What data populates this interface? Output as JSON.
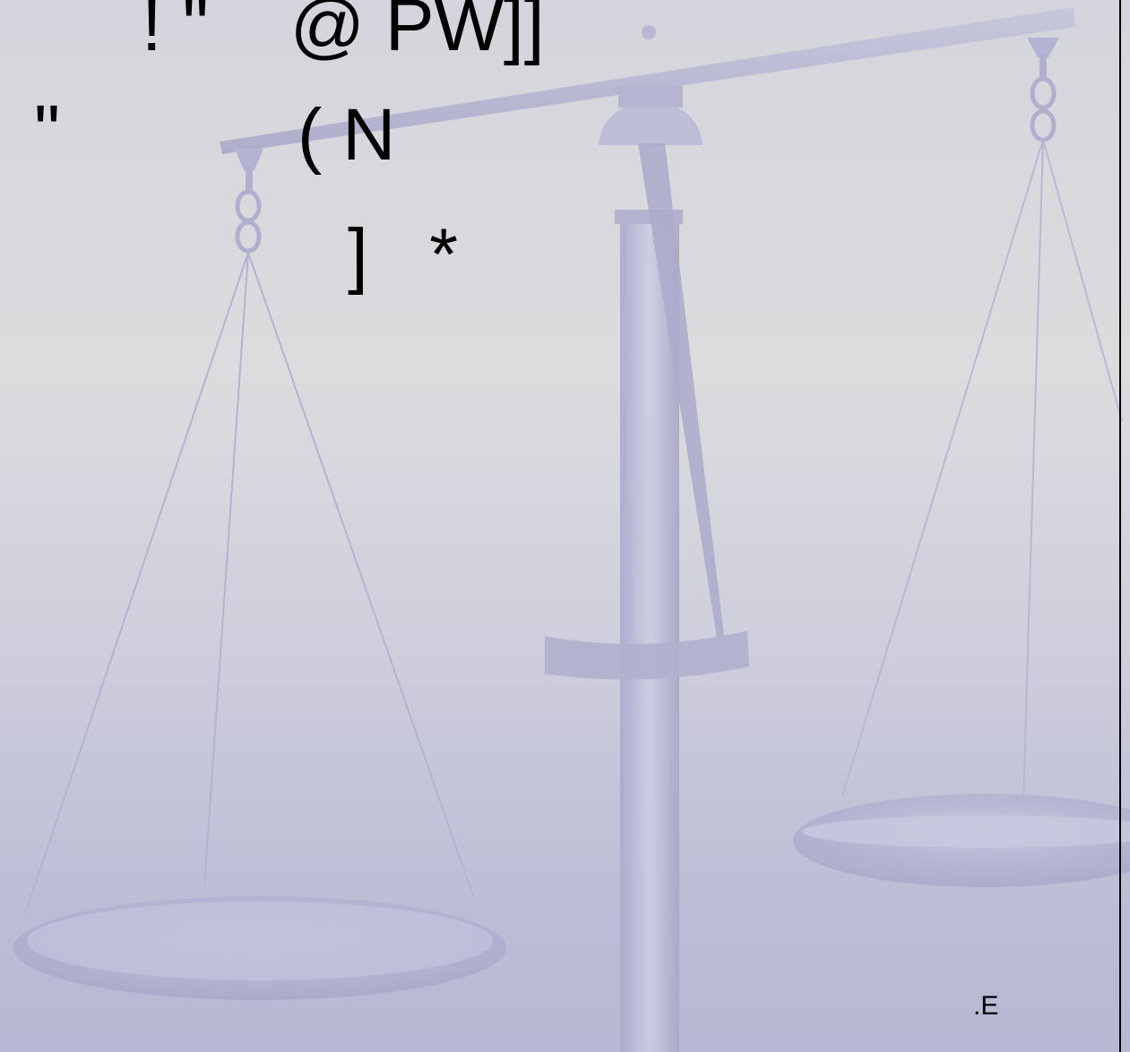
{
  "slide": {
    "lines": [
      "! \"    @ PW]]",
      "\"",
      "( N",
      "]   *"
    ],
    "footer": ".E"
  },
  "colors": {
    "text": "#000000",
    "scale": "#b4b4d0",
    "border": "#000000"
  },
  "icons": {
    "background": "balance-scale-icon"
  }
}
